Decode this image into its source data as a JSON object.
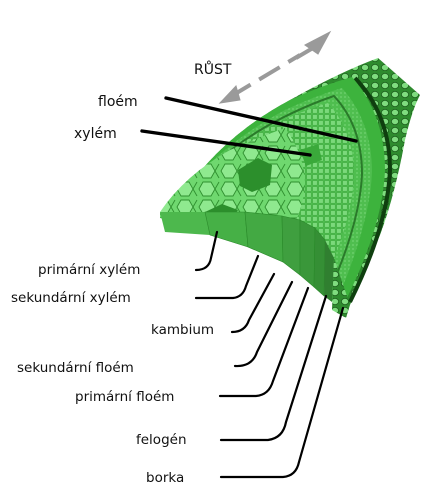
{
  "diagram": {
    "growth_label": "RŮST",
    "top_labels": {
      "phloem": "floém",
      "xylem": "xylém"
    },
    "layer_labels": [
      "primární xylém",
      "sekundární xylém",
      "kambium",
      "sekundární floém",
      "primární floém",
      "felogén",
      "borka"
    ],
    "colors": {
      "cut_face_light": "#5fcf5f",
      "cut_face_mid": "#3fb13f",
      "bark_dark": "#1f6f1f",
      "cell_fill": "#7fe07f",
      "cell_stroke": "#2c8a2c",
      "arrow": "#9a9a9a"
    }
  }
}
